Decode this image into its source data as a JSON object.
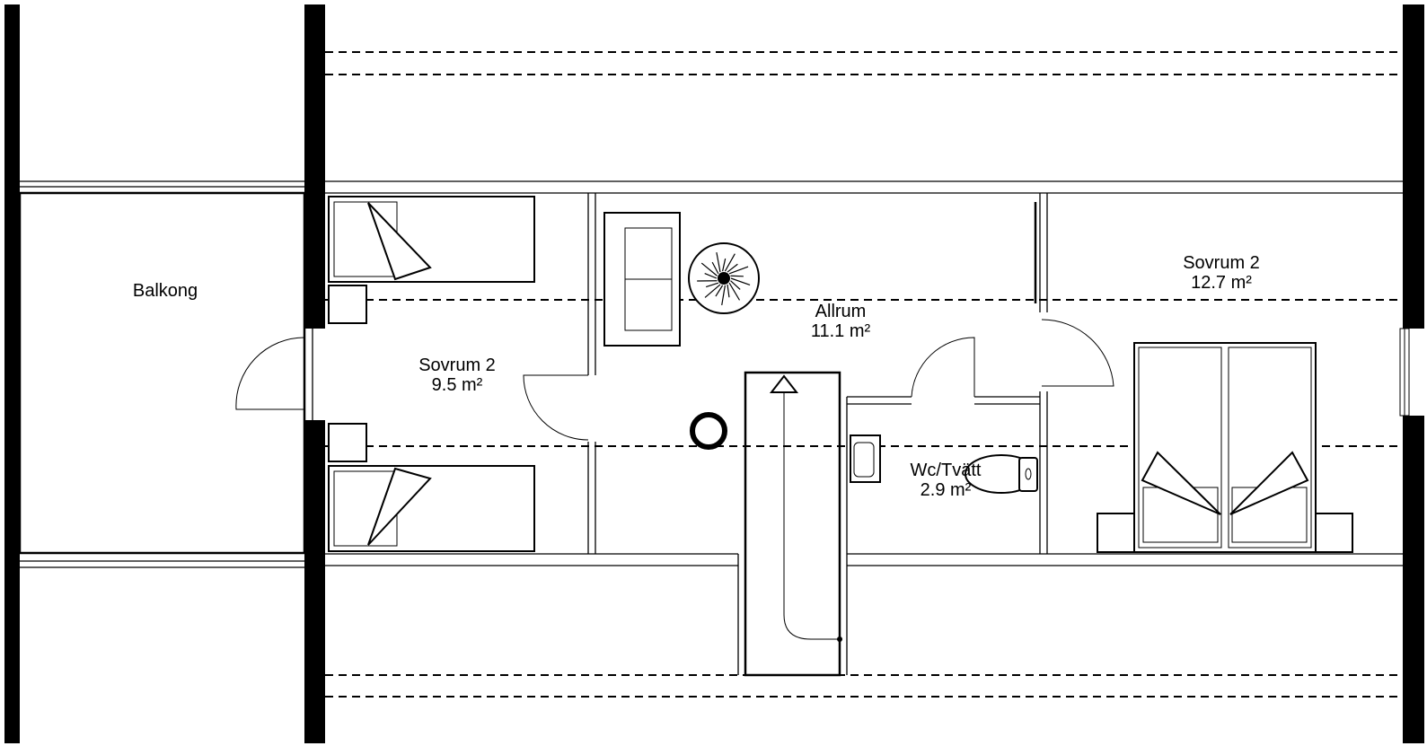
{
  "rooms": {
    "balkong": {
      "name": "Balkong"
    },
    "sovrum_left": {
      "name": "Sovrum 2",
      "area": "9.5 m²"
    },
    "allrum": {
      "name": "Allrum",
      "area": "11.1 m²"
    },
    "sovrum_right": {
      "name": "Sovrum 2",
      "area": "12.7 m²"
    },
    "wc": {
      "name": "Wc/Tvätt",
      "area": "2.9 m²"
    }
  }
}
